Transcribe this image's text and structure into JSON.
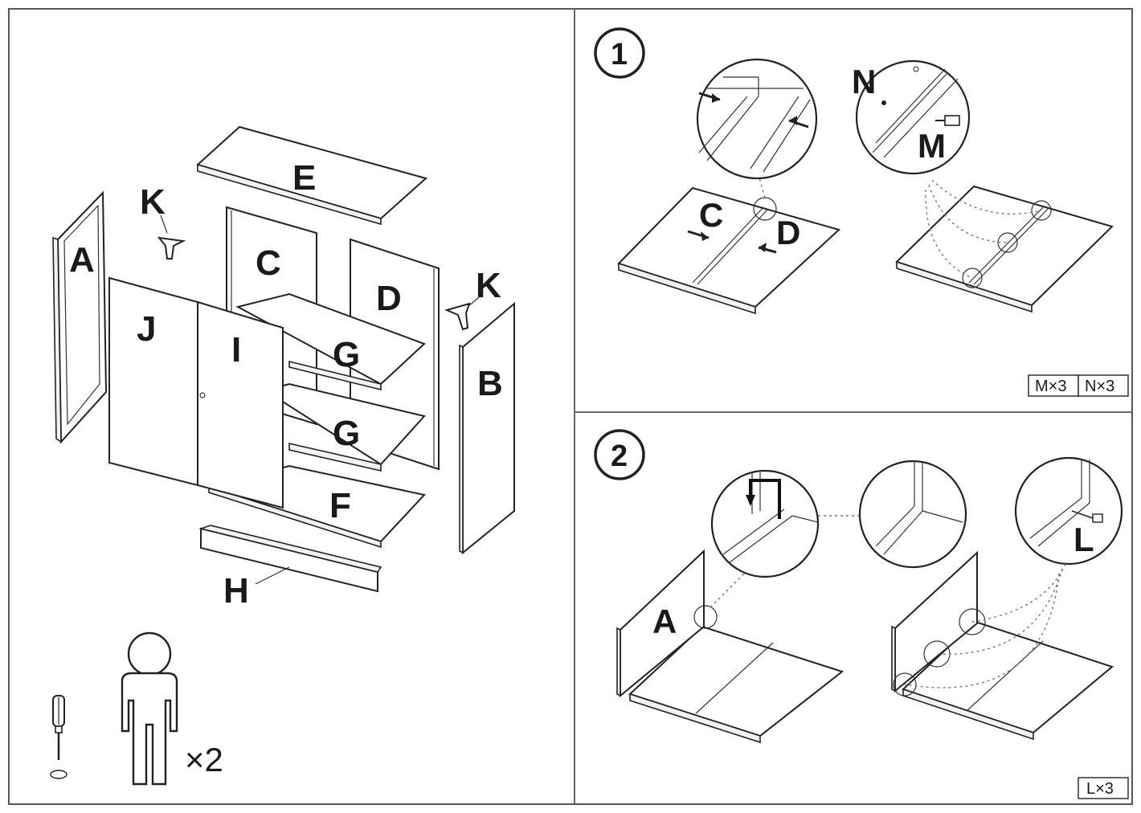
{
  "overview": {
    "part_labels": {
      "A": "A",
      "B": "B",
      "C": "C",
      "D": "D",
      "E": "E",
      "F": "F",
      "G1": "G",
      "G2": "G",
      "H": "H",
      "I": "I",
      "J": "J",
      "K1": "K",
      "K2": "K"
    },
    "people_count": "×2"
  },
  "step1": {
    "number": "1",
    "labels": {
      "C": "C",
      "D": "D",
      "N": "N",
      "M": "M"
    },
    "hardware": [
      "M×3",
      "N×3"
    ]
  },
  "step2": {
    "number": "2",
    "labels": {
      "A": "A",
      "L": "L"
    },
    "hardware": [
      "L×3"
    ]
  },
  "colors": {
    "line": "#222222",
    "background": "#ffffff",
    "divider": "#666666"
  }
}
